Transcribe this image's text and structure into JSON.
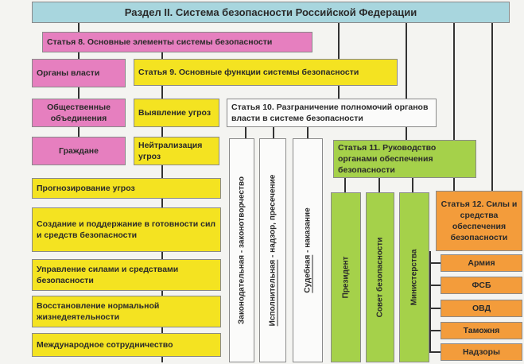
{
  "title": "Раздел II. Система безопасности Российской Федерации",
  "art8": "Статья 8. Основные элементы системы безопасности",
  "elements": [
    "Органы власти",
    "Общественные объединения",
    "Граждане"
  ],
  "art9": "Статья 9. Основные функции системы безопасности",
  "functions": [
    "Выявление угроз",
    "Нейтрализация угроз",
    "Прогнозирование угроз",
    "Создание и поддержание в готовности сил и средств безопасности",
    "Управление силами и средствами безопасности",
    "Восстановление нормальной жизнедеятельности",
    "Международное сотрудничество"
  ],
  "art10": "Статья 10. Разграничение полномочий органов власти в системе безопасности",
  "branches": {
    "legislative": "Законодательная - законотворчество",
    "executive_word": "Исполнительная",
    "executive_rest": " - надзор, пресечение",
    "judicial_word": "Судебная",
    "judicial_rest": " - наказание"
  },
  "art11": "Статья 11. Руководство органами обеспечения безопасности",
  "leadership": [
    "Президент",
    "Совет безопасности",
    "Министерства"
  ],
  "art12": "Статья 12. Силы и средства обеспечения безопасности",
  "forces": [
    "Армия",
    "ФСБ",
    "ОВД",
    "Таможня",
    "Надзоры"
  ],
  "colors": {
    "title": "#a8d6de",
    "pink": "#e67fbf",
    "yellow": "#f4e321",
    "green": "#a5d14a",
    "orange": "#f39c3b"
  }
}
